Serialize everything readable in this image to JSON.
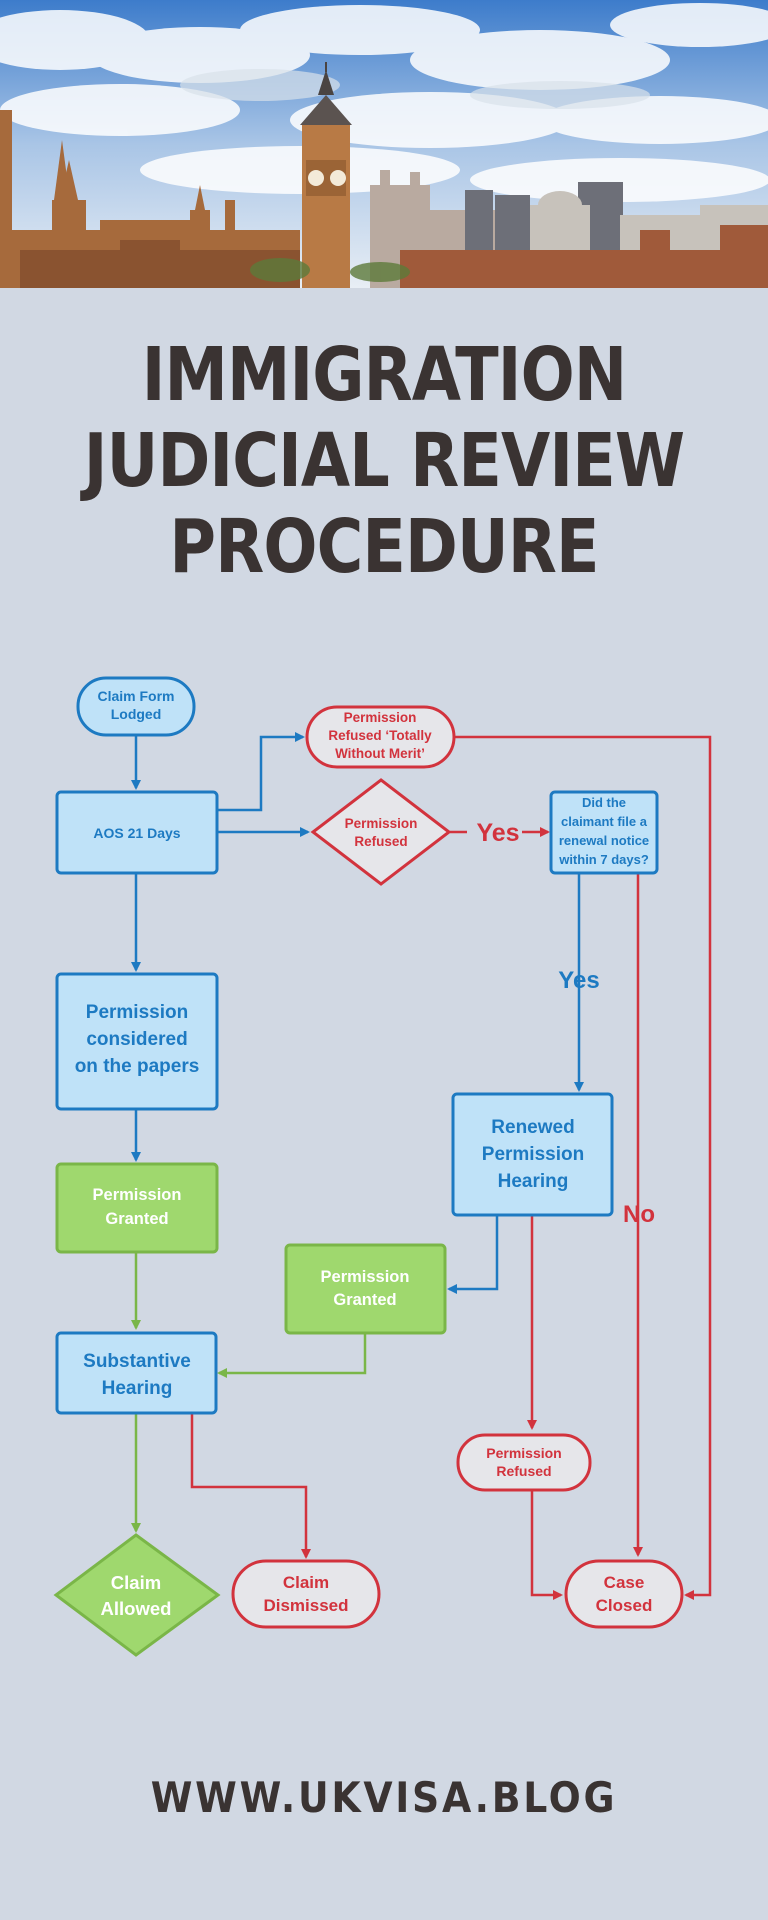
{
  "header": {
    "title_lines": [
      "IMMIGRATION",
      "JUDICIAL REVIEW",
      "PROCEDURE"
    ]
  },
  "flowchart": {
    "nodes": {
      "claim_form": [
        "Claim Form",
        "Lodged"
      ],
      "aos": [
        "AOS 21 Days"
      ],
      "refused_twm": [
        "Permission",
        "Refused ‘Totally",
        "Without Merit’"
      ],
      "refused_diamond": [
        "Permission",
        "Refused"
      ],
      "renewal_question": [
        "Did the",
        "claimant file a",
        "renewal notice",
        "within 7 days?"
      ],
      "considered_papers": [
        "Permission",
        "considered",
        "on the papers"
      ],
      "granted_left": [
        "Permission",
        "Granted"
      ],
      "renewed_hearing": [
        "Renewed",
        "Permission",
        "Hearing"
      ],
      "granted_right": [
        "Permission",
        "Granted"
      ],
      "substantive_hearing": [
        "Substantive",
        "Hearing"
      ],
      "refused_bottom": [
        "Permission",
        "Refused"
      ],
      "claim_allowed": [
        "Claim",
        "Allowed"
      ],
      "claim_dismissed": [
        "Claim",
        "Dismissed"
      ],
      "case_closed": [
        "Case",
        "Closed"
      ]
    },
    "edge_labels": {
      "yes_red": "Yes",
      "yes_blue": "Yes",
      "no_red": "No"
    },
    "colors": {
      "blue_stroke": "#1d7ac2",
      "blue_fill": "#bfe2f8",
      "red_stroke": "#d2333d",
      "red_fill": "#e6e6ea",
      "green_stroke": "#7ab648",
      "green_fill": "#9fd86e"
    }
  },
  "footer": {
    "url": "WWW.UKVISA.BLOG"
  }
}
